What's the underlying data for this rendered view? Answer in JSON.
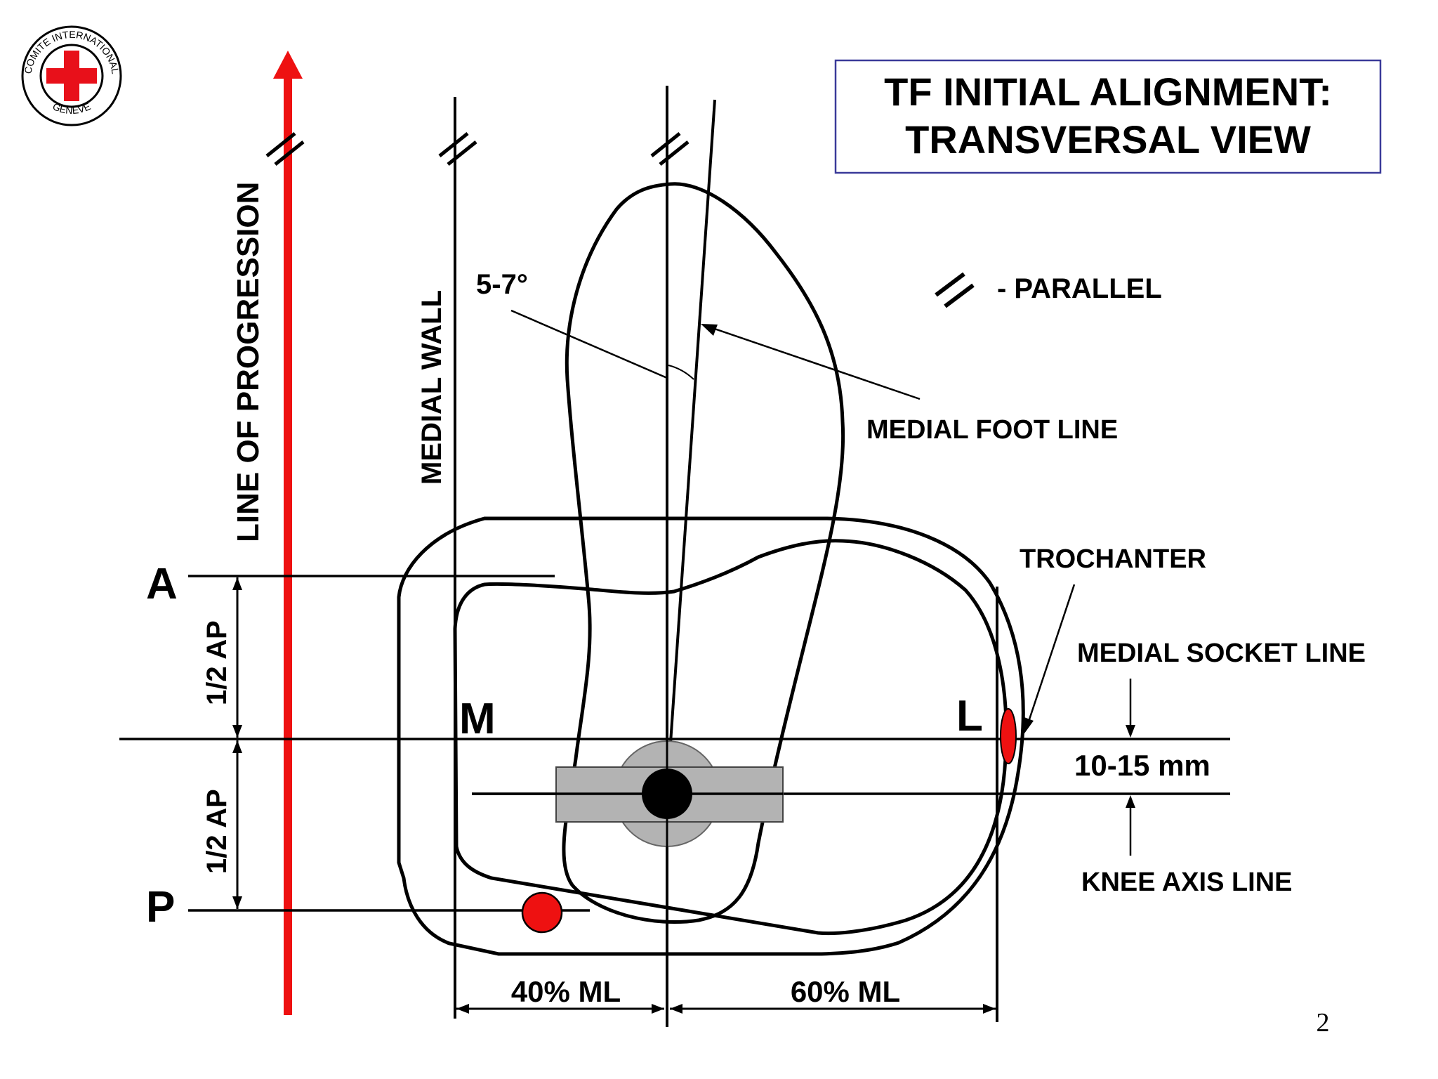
{
  "title": {
    "line1": "TF INITIAL ALIGNMENT:",
    "line2": "TRANSVERSAL VIEW"
  },
  "logo": {
    "top_text": "COMITE INTERNATIONAL",
    "bottom_text": "GENEVE"
  },
  "legend": {
    "parallel_label": "- PARALLEL"
  },
  "labels": {
    "line_of_progression": "LINE OF PROGRESSION",
    "medial_wall": "MEDIAL WALL",
    "angle": "5-7°",
    "medial_foot_line": "MEDIAL FOOT LINE",
    "trochanter": "TROCHANTER",
    "medial_socket_line": "MEDIAL SOCKET LINE",
    "offset": "10-15 mm",
    "knee_axis_line": "KNEE AXIS LINE",
    "anterior": "A",
    "posterior": "P",
    "medial": "M",
    "lateral": "L",
    "half_ap_upper": "1/2 AP",
    "half_ap_lower": "1/2 AP",
    "ml_40": "40% ML",
    "ml_60": "60% ML"
  },
  "page_number": "2",
  "colors": {
    "progression_line": "#ee1111",
    "title_border": "#3a3a99",
    "marker": "#ee1111",
    "knee_gray": "#b3b3b3",
    "cross": "#e8101a"
  },
  "icons": {
    "logo": "red-cross-emblem",
    "parallel": "double-slash-icon"
  }
}
